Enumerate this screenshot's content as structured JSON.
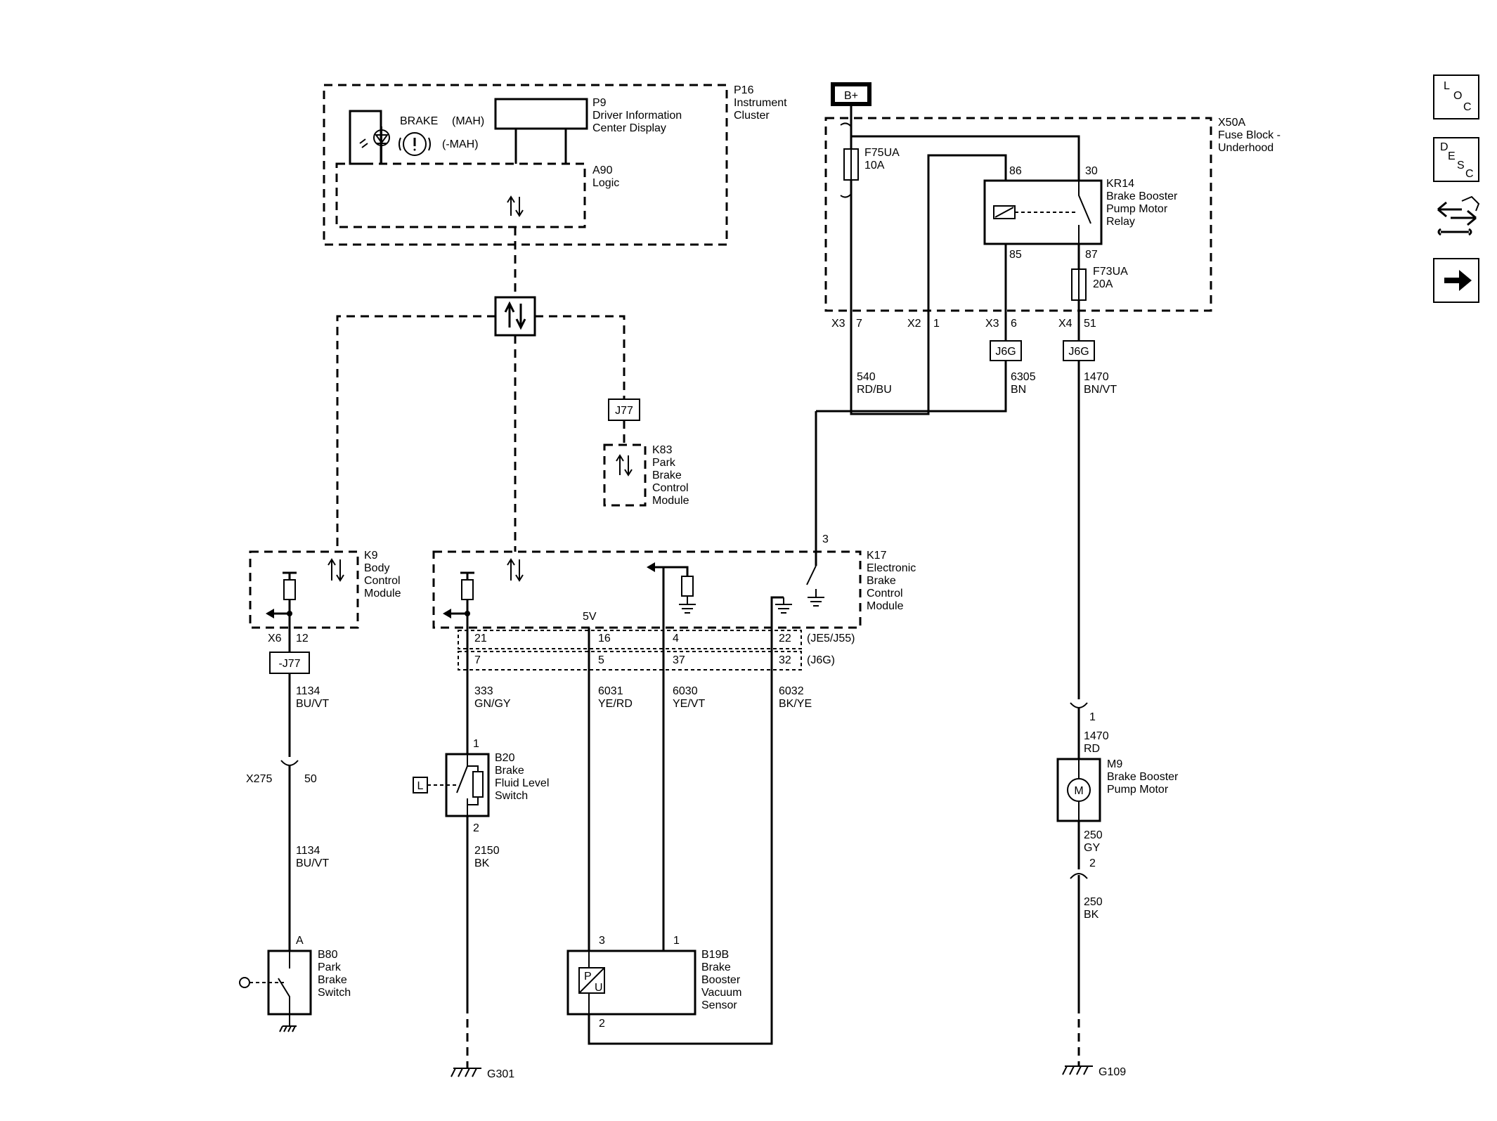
{
  "nav_buttons": [
    {
      "name": "loc-button",
      "label": "LOC"
    },
    {
      "name": "desc-button",
      "label": "DESC"
    },
    {
      "name": "connector-repair-button",
      "label": ""
    },
    {
      "name": "next-button",
      "label": ""
    }
  ],
  "power": {
    "label": "B+"
  },
  "p16": {
    "id": "P16",
    "l1": "Instrument",
    "l2": "Cluster"
  },
  "p9": {
    "id": "P9",
    "l1": "Driver Information",
    "l2": "Center Display"
  },
  "a90": {
    "id": "A90",
    "l1": "Logic"
  },
  "brake_lamp": {
    "label": "BRAKE",
    "mah": "(MAH)",
    "nomah": "(-MAH)"
  },
  "x50a": {
    "id": "X50A",
    "l1": "Fuse Block -",
    "l2": "Underhood"
  },
  "f75ua": {
    "id": "F75UA",
    "amps": "10A"
  },
  "f73ua": {
    "id": "F73UA",
    "amps": "20A"
  },
  "kr14": {
    "id": "KR14",
    "l1": "Brake Booster",
    "l2": "Pump Motor",
    "l3": "Relay",
    "pins": [
      "86",
      "30",
      "85",
      "87"
    ]
  },
  "x50a_pins": {
    "c1": "X3",
    "p1": "7",
    "c2": "X2",
    "p2": "1",
    "c3": "X3",
    "p3": "6",
    "c4": "X4",
    "p4": "51"
  },
  "j6g_a": "J6G",
  "j6g_b": "J6G",
  "wires_upper": {
    "w540": {
      "num": "540",
      "color": "RD/BU"
    },
    "w6305": {
      "num": "6305",
      "color": "BN"
    },
    "w1470": {
      "num": "1470",
      "color": "BN/VT"
    }
  },
  "j77_label": "J77",
  "k83": {
    "id": "K83",
    "l1": "Park",
    "l2": "Brake",
    "l3": "Control",
    "l4": "Module"
  },
  "k9": {
    "id": "K9",
    "l1": "Body",
    "l2": "Control",
    "l3": "Module",
    "conn": "X6",
    "pin": "12"
  },
  "k17": {
    "id": "K17",
    "l1": "Electronic",
    "l2": "Brake",
    "l3": "Control",
    "l4": "Module",
    "pin3": "3",
    "v5": "5V"
  },
  "k17_pins_top": [
    "21",
    "16",
    "4",
    "22"
  ],
  "k17_pins_bot": [
    "7",
    "5",
    "37",
    "32"
  ],
  "k17_conn_top": "(JE5/J55)",
  "k17_conn_bot": "(J6G)",
  "neg_j77": "-J77",
  "wires_k9": {
    "w1": {
      "num": "1134",
      "color": "BU/VT"
    },
    "x275": "X275",
    "x275_pin": "50",
    "w2": {
      "num": "1134",
      "color": "BU/VT"
    }
  },
  "b80": {
    "id": "B80",
    "l1": "Park",
    "l2": "Brake",
    "l3": "Switch",
    "pin": "A"
  },
  "wires_k17": {
    "w333": {
      "num": "333",
      "color": "GN/GY"
    },
    "w6031": {
      "num": "6031",
      "color": "YE/RD"
    },
    "w6030": {
      "num": "6030",
      "color": "YE/VT"
    },
    "w6032": {
      "num": "6032",
      "color": "BK/YE"
    },
    "w2150": {
      "num": "2150",
      "color": "BK"
    }
  },
  "b20": {
    "id": "B20",
    "l1": "Brake",
    "l2": "Fluid Level",
    "l3": "Switch",
    "pin1": "1",
    "pin2": "2",
    "sym": "L"
  },
  "g301": "G301",
  "b19b": {
    "id": "B19B",
    "l1": "Brake",
    "l2": "Booster",
    "l3": "Vacuum",
    "l4": "Sensor",
    "pin3": "3",
    "pin1": "1",
    "pin2": "2",
    "p": "P",
    "u": "U"
  },
  "m9": {
    "id": "M9",
    "l1": "Brake Booster",
    "l2": "Pump Motor",
    "pin1": "1",
    "pin2": "2",
    "sym": "M"
  },
  "wires_m9": {
    "w1470rd": {
      "num": "1470",
      "color": "RD"
    },
    "w250gy": {
      "num": "250",
      "color": "GY"
    },
    "w250bk": {
      "num": "250",
      "color": "BK"
    }
  },
  "g109": "G109"
}
